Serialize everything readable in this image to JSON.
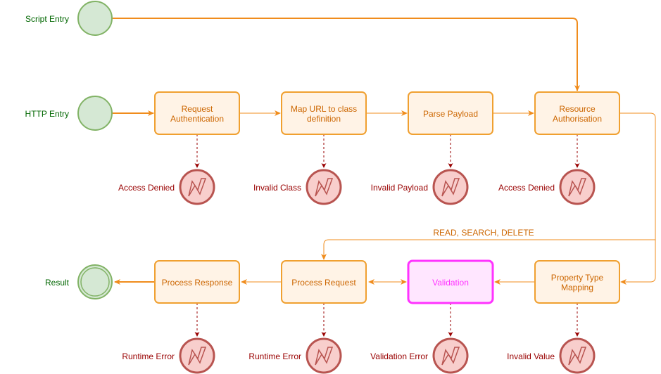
{
  "colors": {
    "process_stroke": "#f0a030",
    "process_fill": "#fff3e6",
    "process_text": "#cc6600",
    "validation_stroke": "#ff33ff",
    "validation_fill": "#ffe6ff",
    "start_stroke": "#82b366",
    "start_fill": "#d5e8d4",
    "error_stroke": "#b85450",
    "error_fill": "#f8cecc",
    "flow_line": "#f08c1c",
    "error_line": "#990000"
  },
  "entries": {
    "script": "Script Entry",
    "http": "HTTP Entry",
    "result": "Result"
  },
  "top_row": [
    {
      "id": "auth",
      "lines": [
        "Request",
        "Authentication"
      ]
    },
    {
      "id": "map",
      "lines": [
        "Map URL to class",
        "definition"
      ]
    },
    {
      "id": "parse",
      "lines": [
        "Parse Payload"
      ]
    },
    {
      "id": "resauth",
      "lines": [
        "Resource",
        "Authorisation"
      ]
    }
  ],
  "bottom_row": [
    {
      "id": "response",
      "lines": [
        "Process Response"
      ]
    },
    {
      "id": "request",
      "lines": [
        "Process Request"
      ]
    },
    {
      "id": "validation",
      "lines": [
        "Validation"
      ]
    },
    {
      "id": "ptm",
      "lines": [
        "Property Type",
        "Mapping"
      ]
    }
  ],
  "top_errors": [
    "Access Denied",
    "Invalid Class",
    "Invalid Payload",
    "Access Denied"
  ],
  "bottom_errors": [
    "Runtime Error",
    "Runtime Error",
    "Validation Error",
    "Invalid Value"
  ],
  "edge_label": "READ, SEARCH, DELETE"
}
